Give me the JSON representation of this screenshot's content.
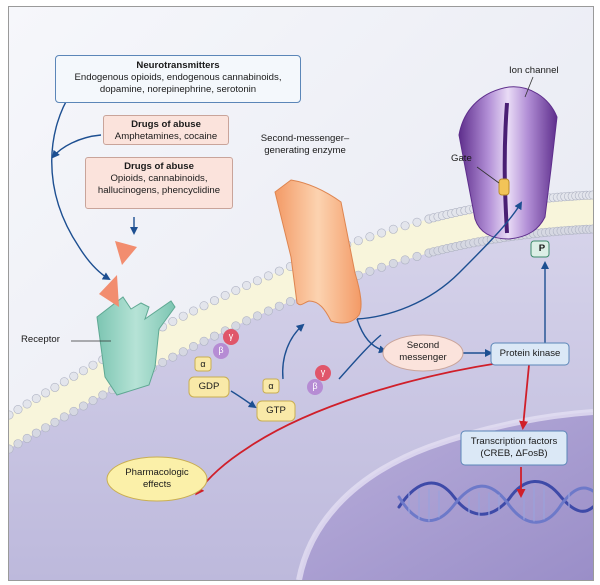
{
  "neurotransmitters": {
    "title": "Neurotransmitters",
    "line1": "Endogenous opioids, endogenous cannabinoids,",
    "line2": "dopamine, norepinephrine, serotonin"
  },
  "drugs_abuse_1": {
    "title": "Drugs of abuse",
    "line1": "Amphetamines, cocaine"
  },
  "drugs_abuse_2": {
    "title": "Drugs of abuse",
    "line1": "Opioids, cannabinoids,",
    "line2": "hallucinogens, phencyclidine"
  },
  "labels": {
    "receptor": "Receptor",
    "enzyme_line1": "Second-messenger–",
    "enzyme_line2": "generating enzyme",
    "ion_channel": "Ion channel",
    "gate": "Gate",
    "p": "P",
    "second_messenger_line1": "Second",
    "second_messenger_line2": "messenger",
    "protein_kinase": "Protein kinase",
    "transcription_line1": "Transcription factors",
    "transcription_line2": "(CREB, ΔFosB)",
    "pharm_line1": "Pharmacologic",
    "pharm_line2": "effects",
    "gdp": "GDP",
    "gtp": "GTP",
    "alpha": "α",
    "beta": "β",
    "gamma": "γ"
  },
  "colors": {
    "membrane": "#f7f4d8",
    "bead": "#d9dbe3",
    "cell_interior": "#c7c4e0",
    "nucleus": "#aea3d3",
    "receptor": "#9fd6c7",
    "enzyme": "#f7b98a",
    "ion_channel": "#8a5bb3",
    "gate": "#f2c458",
    "gamma": "#e0566a",
    "beta": "#b68cd4",
    "gdp_gtp": "#f9e9a8",
    "arrow_blue": "#1d4f91",
    "arrow_red": "#d01f2a",
    "dna": "#3e4aa8"
  }
}
